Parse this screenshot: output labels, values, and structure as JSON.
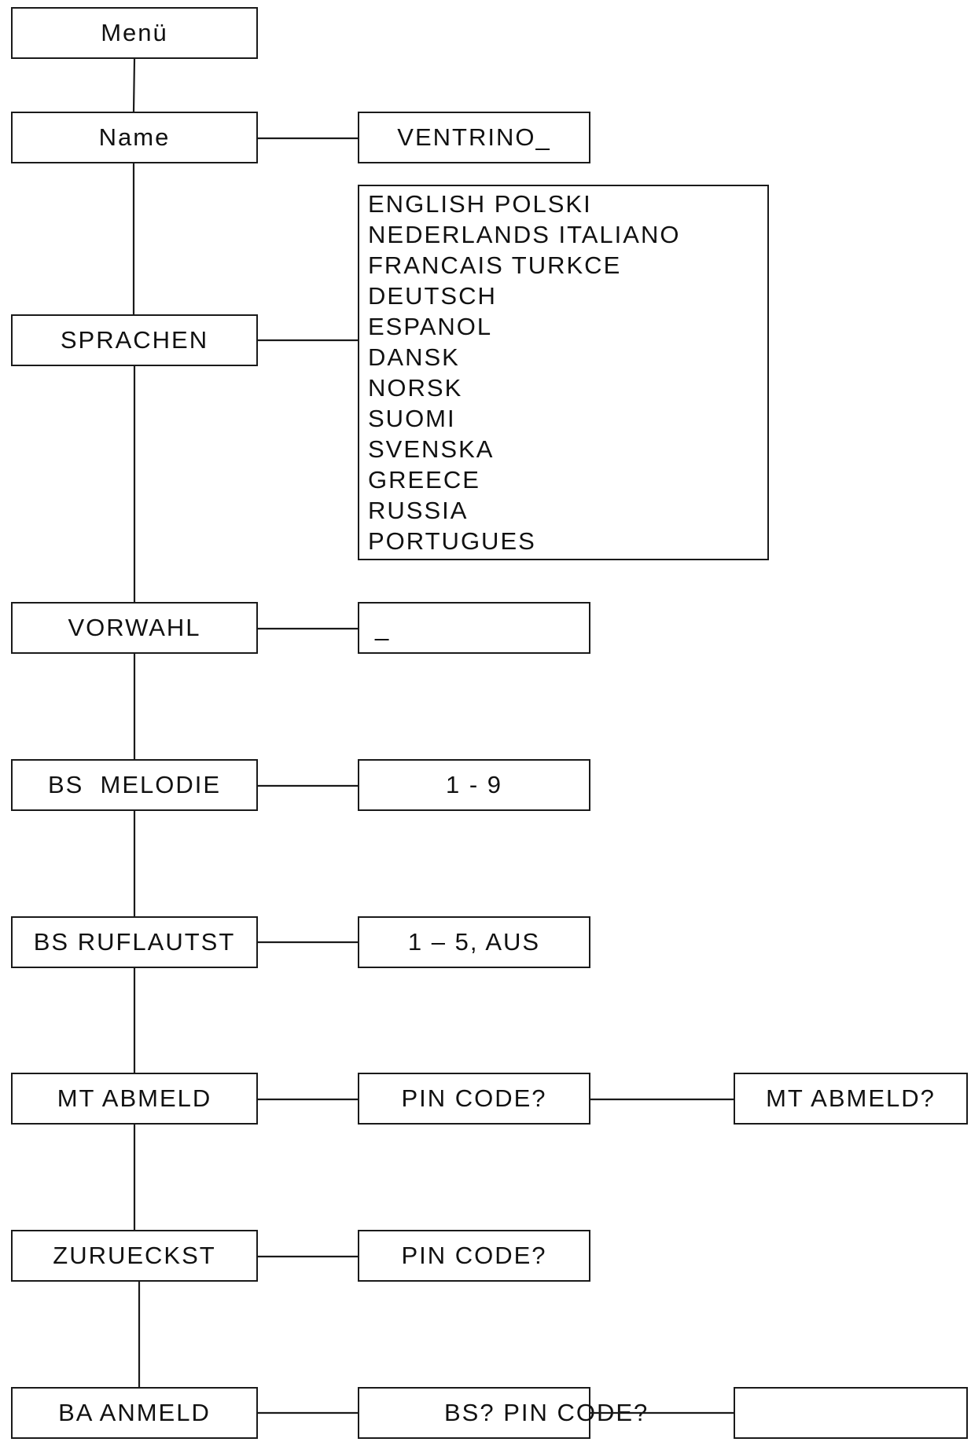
{
  "menu": {
    "root": "Menü",
    "items": {
      "name": "Name",
      "sprachen": "SPRACHEN",
      "vorwahl": "VORWAHL",
      "bs_melodie": "BS  MELODIE",
      "bs_ruflautst": "BS RUFLAUTST",
      "mt_abmeld": "MT ABMELD",
      "zurueckst": "ZURUECKST",
      "ba_anmeld": "BA ANMELD"
    }
  },
  "values": {
    "name": "VENTRINO_",
    "vorwahl": "_",
    "bs_melodie": "1 - 9",
    "bs_ruflautst": "1 – 5, AUS",
    "mt_abmeld_pin": "PIN CODE?",
    "mt_abmeld_confirm": "MT ABMELD?",
    "zurueckst_pin": "PIN CODE?",
    "ba_anmeld_pin": "BS? PIN CODE?",
    "ba_anmeld_next": ""
  },
  "languages": [
    "ENGLISH POLSKI",
    "NEDERLANDS ITALIANO",
    "FRANCAIS TURKCE",
    "DEUTSCH",
    "ESPANOL",
    "DANSK",
    "NORSK",
    "SUOMI",
    "SVENSKA",
    "GREECE",
    "RUSSIA",
    "PORTUGUES"
  ]
}
